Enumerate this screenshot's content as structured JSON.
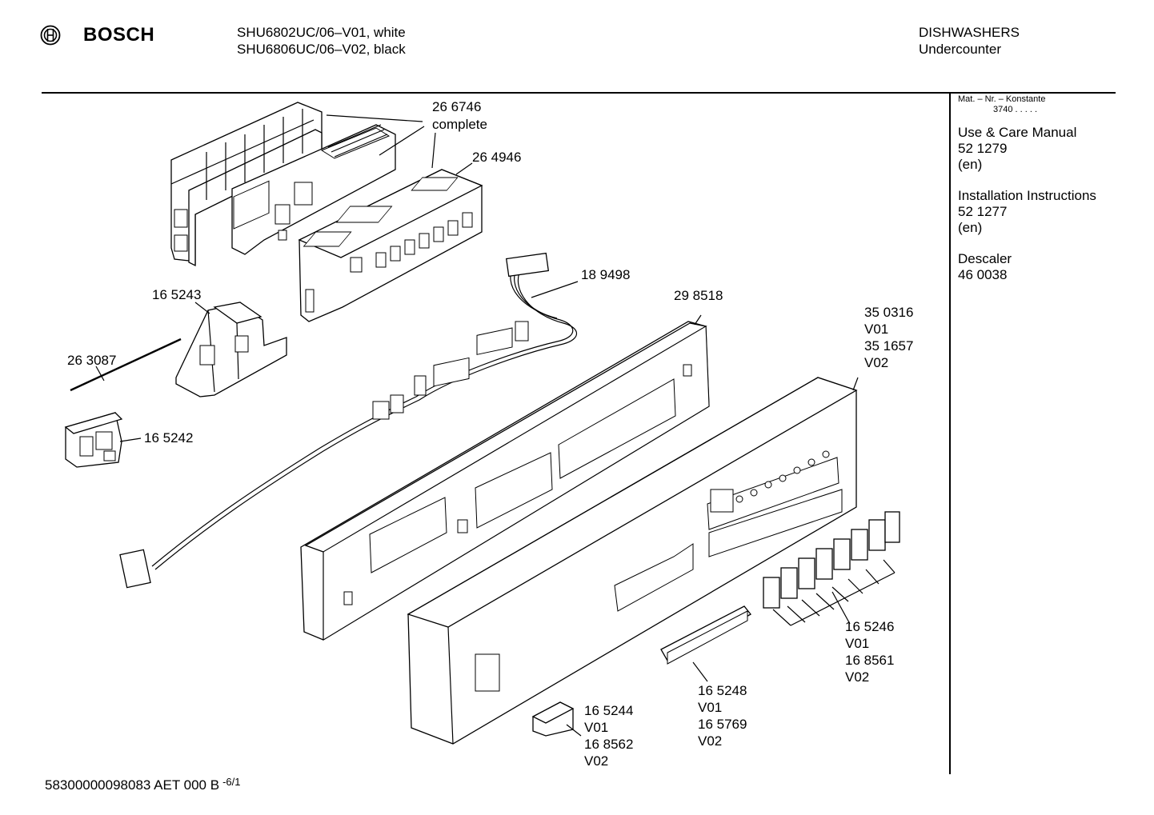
{
  "header": {
    "brand": "BOSCH",
    "models": [
      "SHU6802UC/06–V01, white",
      "SHU6806UC/06–V02, black"
    ],
    "category": [
      "DISHWASHERS",
      "Undercounter"
    ]
  },
  "sidebar": {
    "mat_nr_label": "Mat. – Nr. – Konstante",
    "mat_nr_value": "3740  .  .  .  .  .",
    "docs": [
      {
        "title": "Use & Care Manual",
        "number": "52 1279",
        "lang": "(en)"
      },
      {
        "title": "Installation Instructions",
        "number": "52 1277",
        "lang": "(en)"
      },
      {
        "title": "Descaler",
        "number": "46 0038",
        "lang": ""
      }
    ]
  },
  "callouts": {
    "c266746": {
      "num": "26 6746",
      "note": "complete"
    },
    "c264946": "26 4946",
    "c189498": "18 9498",
    "c165243": "16 5243",
    "c298518": "29 8518",
    "c263087": "26 3087",
    "c165242": "16 5242",
    "c350316": [
      "35 0316",
      "V01",
      "35 1657",
      "V02"
    ],
    "c165246": [
      "16 5246",
      "V01",
      "16 8561",
      "V02"
    ],
    "c165248": [
      "16 5248",
      "V01",
      "16 5769",
      "V02"
    ],
    "c165244": [
      "16 5244",
      "V01",
      "16 8562",
      "V02"
    ]
  },
  "footer": {
    "doc_id": "58300000098083 AET 000 B",
    "page": "-6/1"
  }
}
